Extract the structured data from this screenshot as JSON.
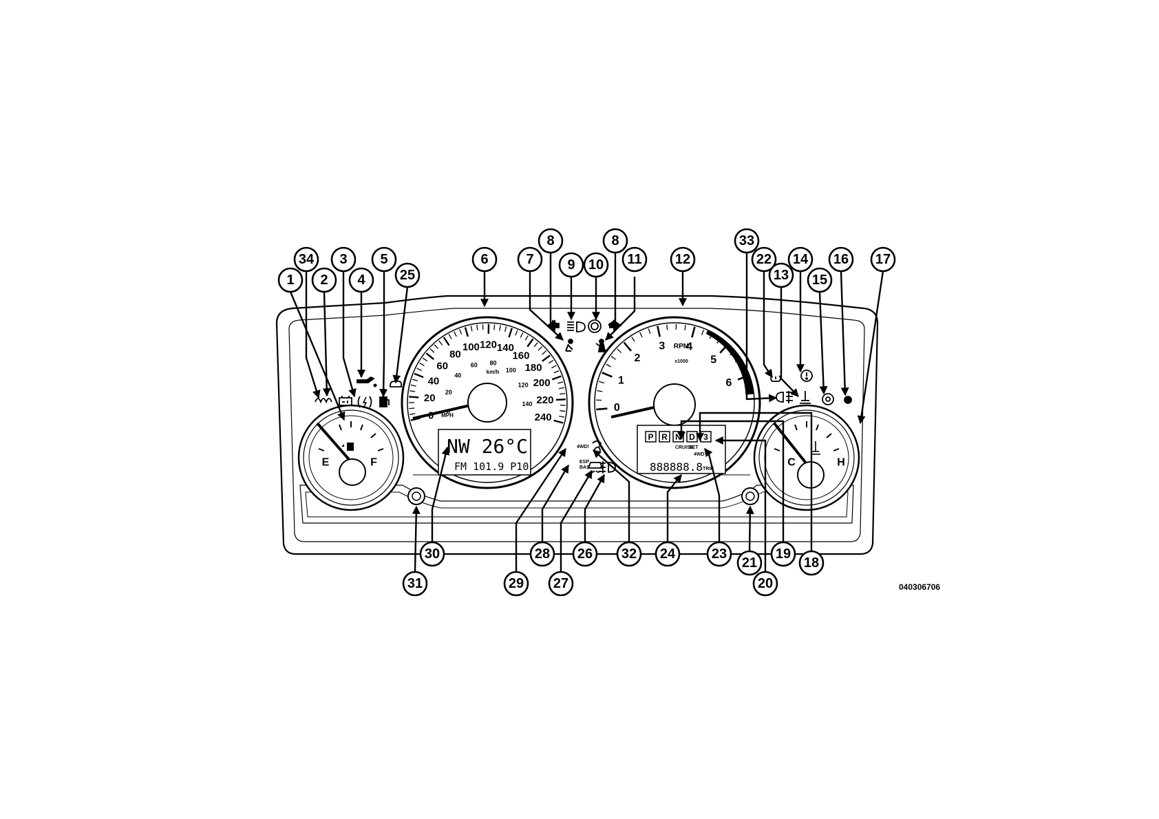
{
  "figure_code": "040306706",
  "callouts": [
    "1",
    "34",
    "2",
    "3",
    "4",
    "5",
    "25",
    "6",
    "7",
    "8",
    "9",
    "10",
    "8",
    "11",
    "12",
    "33",
    "22",
    "13",
    "14",
    "15",
    "16",
    "17",
    "31",
    "30",
    "29",
    "28",
    "27",
    "26",
    "32",
    "24",
    "23",
    "21",
    "20",
    "19",
    "18"
  ],
  "speedometer": {
    "outer_labels": [
      "0",
      "20",
      "40",
      "60",
      "80",
      "100",
      "120",
      "140",
      "160",
      "180",
      "200",
      "220",
      "240"
    ],
    "inner_labels": [
      "0",
      "20",
      "40",
      "60",
      "80",
      "100",
      "120",
      "140"
    ],
    "unit_outer": "km/h",
    "unit_inner": "MPH"
  },
  "tachometer": {
    "labels": [
      "0",
      "1",
      "2",
      "3",
      "4",
      "5",
      "6"
    ],
    "unit": "RPM",
    "multiplier": "x1000"
  },
  "fuel_gauge": {
    "empty": "E",
    "full": "F"
  },
  "temp_gauge": {
    "cold": "C",
    "hot": "H"
  },
  "left_lcd": {
    "line1": "NW  26°C",
    "line2": "FM 101.9 P10"
  },
  "right_lcd": {
    "gears": [
      "P",
      "R",
      "N",
      "D",
      "3"
    ],
    "cruise": "CRUISE",
    "set": "SET",
    "four_wd": "4WD",
    "odometer": "888888.8",
    "trip": "TRIP"
  },
  "indicator_labels": {
    "esp_bas_line1": "ESP",
    "esp_bas_line2": "BAS",
    "four_wd_warn": "4WD!"
  },
  "colors": {
    "ink": "#000000",
    "background": "#ffffff",
    "redline": "#000000"
  }
}
